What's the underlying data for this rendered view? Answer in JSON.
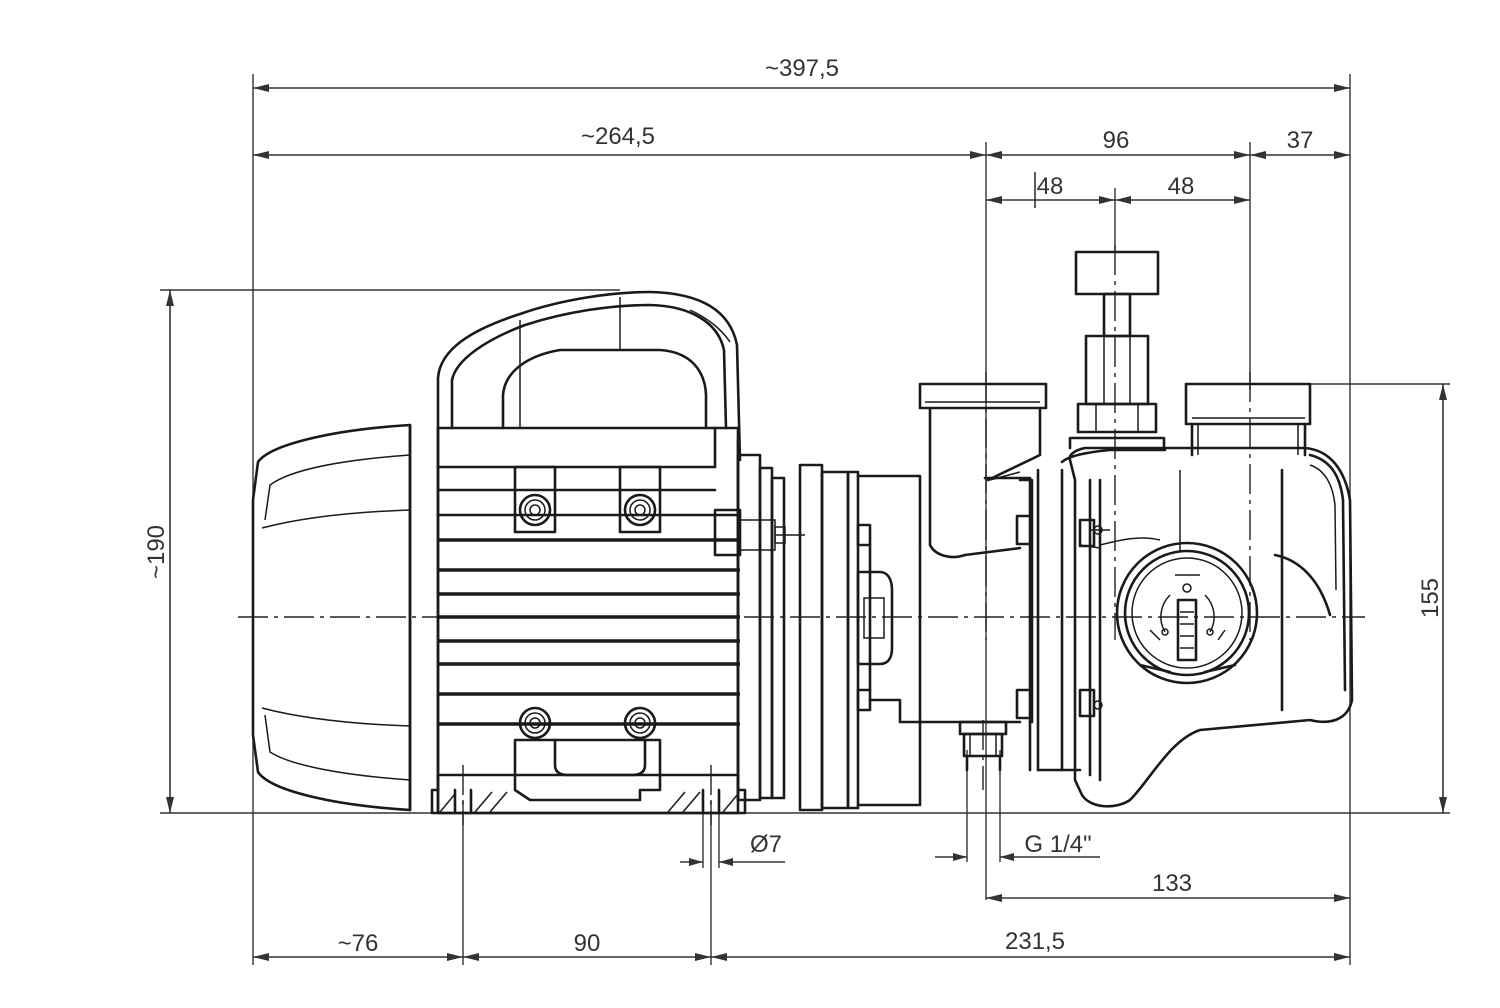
{
  "dimensions": {
    "overall_length": "~397,5",
    "motor_length": "~264,5",
    "pump_width": "96",
    "outlet_offset": "37",
    "half_left": "48",
    "half_right": "48",
    "overall_height": "~190",
    "inlet_height": "155",
    "hole_diameter": "Ø7",
    "drain_thread": "G 1/4\"",
    "drain_to_end": "133",
    "end_to_foot": "~76",
    "foot_spacing": "90",
    "foot_to_end": "231,5"
  }
}
